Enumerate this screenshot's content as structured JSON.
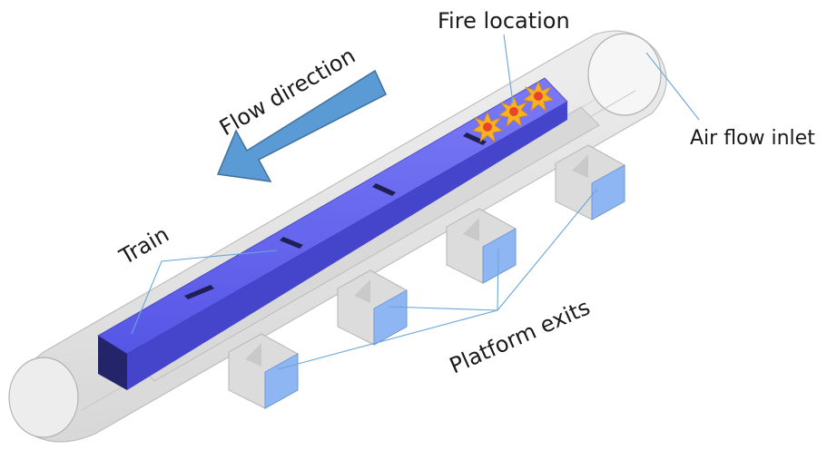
{
  "labels": {
    "fire_location": "Fire location",
    "flow_direction": "Flow direction",
    "air_flow_inlet": "Air flow inlet",
    "train": "Train",
    "platform_exits": "Platform exits"
  },
  "colors": {
    "tunnel_fill": "#e9e9e9",
    "tunnel_stroke": "#b8b8b8",
    "train_top": "#6b6bf2",
    "train_side": "#4545cc",
    "train_front": "#24246b",
    "exit_opening": "#8eb6f2",
    "arrow_fill": "#5b9bd5",
    "arrow_stroke": "#41719c",
    "leader_line": "#6aa6d8",
    "fire_outer": "#f7b321",
    "fire_inner": "#e8452a"
  }
}
